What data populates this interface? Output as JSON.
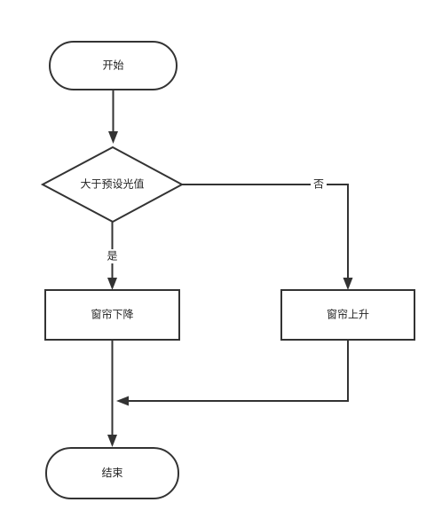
{
  "nodes": {
    "start": {
      "label": "开始"
    },
    "decision": {
      "label": "大于预设光值"
    },
    "curtain_down": {
      "label": "窗帘下降"
    },
    "curtain_up": {
      "label": "窗帘上升"
    },
    "end": {
      "label": "结束"
    }
  },
  "edges": {
    "no_label": "否",
    "yes_label": "是"
  },
  "colors": {
    "stroke": "#333333",
    "fill": "#ffffff",
    "text": "#222222"
  }
}
